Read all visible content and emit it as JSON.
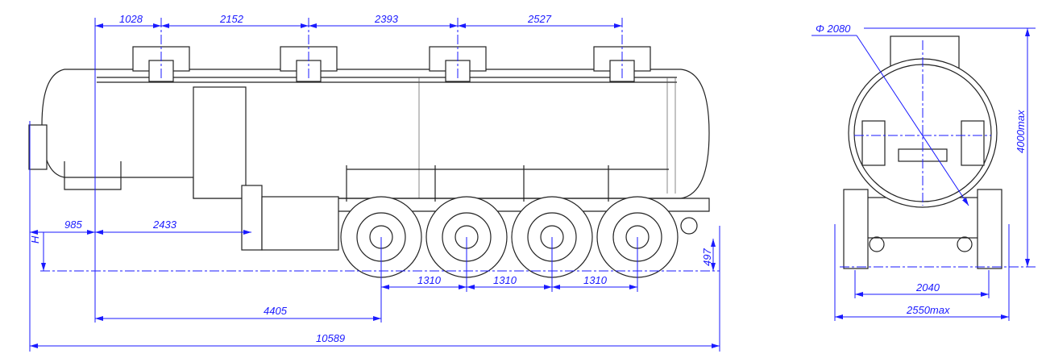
{
  "side_view": {
    "top_dims": [
      "1028",
      "2152",
      "2393",
      "2527"
    ],
    "front_overhang": "985",
    "kingpin_to_support": "2433",
    "height_label": "H",
    "axle_spacing": [
      "1310",
      "1310",
      "1310"
    ],
    "kingpin_to_first_axle": "4405",
    "overall_length": "10589",
    "rear_height": "497"
  },
  "rear_view": {
    "tank_diameter": "Φ 2080",
    "overall_height": "4000max",
    "track_width": "2040",
    "overall_width": "2550max"
  },
  "colors": {
    "dimension": "#1a1aff",
    "drawing": "#222222"
  }
}
